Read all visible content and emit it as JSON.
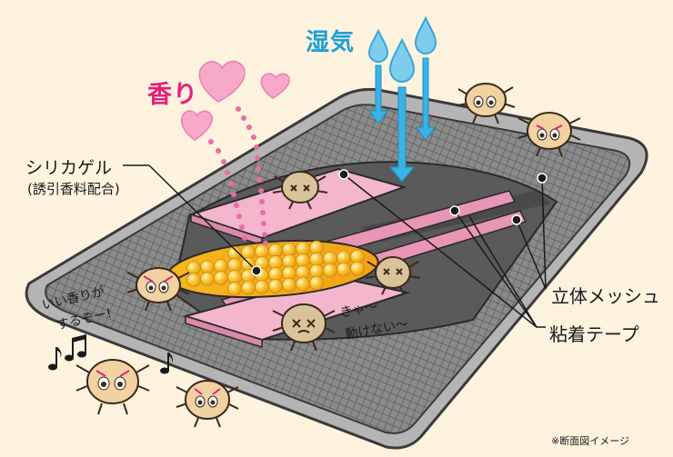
{
  "labels": {
    "fragrance": "香り",
    "moisture": "湿気",
    "silica_gel": "シリカゲル",
    "silica_gel_sub": "(誘引香料配合)",
    "mesh": "立体メッシュ",
    "tape": "粘着テープ",
    "note": "※断面図イメージ",
    "mite_smell_line1": "いい香りが",
    "mite_smell_line2": "するぞー!",
    "mite_cry_line1": "きゃ〜",
    "mite_cry_line2": "動けない〜"
  },
  "icons": {
    "heart": "heart-icon",
    "droplet": "water-drop-icon",
    "arrow": "down-arrow-icon",
    "music": "music-note-icon",
    "mite": "dust-mite-icon"
  },
  "colors": {
    "background": "#fdf3df",
    "fragrance": "#e4207c",
    "heart": "#f7a9c9",
    "moisture": "#1e9fd9",
    "droplet": "#7fcdee",
    "mesh_frame": "#a6a6a6",
    "mesh_fill": "#7a7a7a",
    "sheet_pink": "#f3b6cd",
    "gel_yellow": "#f7b71e",
    "mite_body": "#f3d2a2"
  }
}
